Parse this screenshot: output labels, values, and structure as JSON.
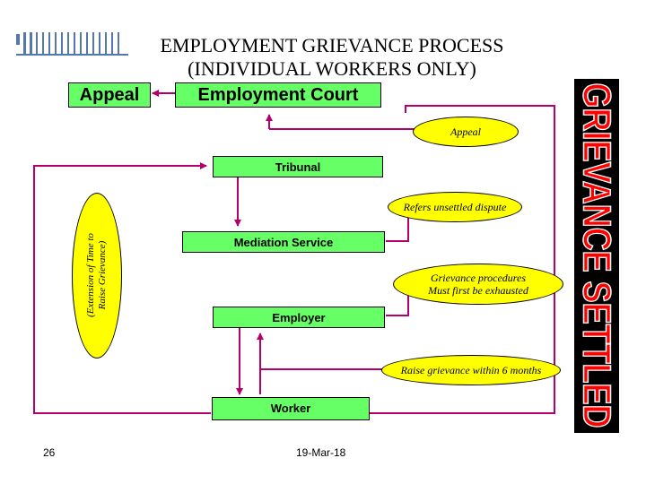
{
  "title": {
    "line1": "EMPLOYMENT GRIEVANCE PROCESS",
    "line2": "(INDIVIDUAL WORKERS ONLY)"
  },
  "boxes": {
    "appeal": "Appeal",
    "court": "Employment Court",
    "tribunal": "Tribunal",
    "mediation": "Mediation Service",
    "employer": "Employer",
    "worker": "Worker"
  },
  "labels": {
    "appeal": "Appeal",
    "refers": "Refers unsettled dispute",
    "procedures_line1": "Grievance procedures",
    "procedures_line2": "Must first be exhausted",
    "raise": "Raise grievance within 6 months",
    "extension_line1": "(Extension of Time to",
    "extension_line2": "Raise Grievance)"
  },
  "side_banner": "GRIEVANCE SETTLED",
  "footer": {
    "page": "26",
    "date": "19-Mar-18"
  },
  "colors": {
    "box": "#66ff66",
    "ellipse": "#ffff00",
    "arrow": "#b3006b",
    "banner_fill": "#ff0000",
    "banner_outline": "#ffffff",
    "banner_bg": "#000000"
  }
}
